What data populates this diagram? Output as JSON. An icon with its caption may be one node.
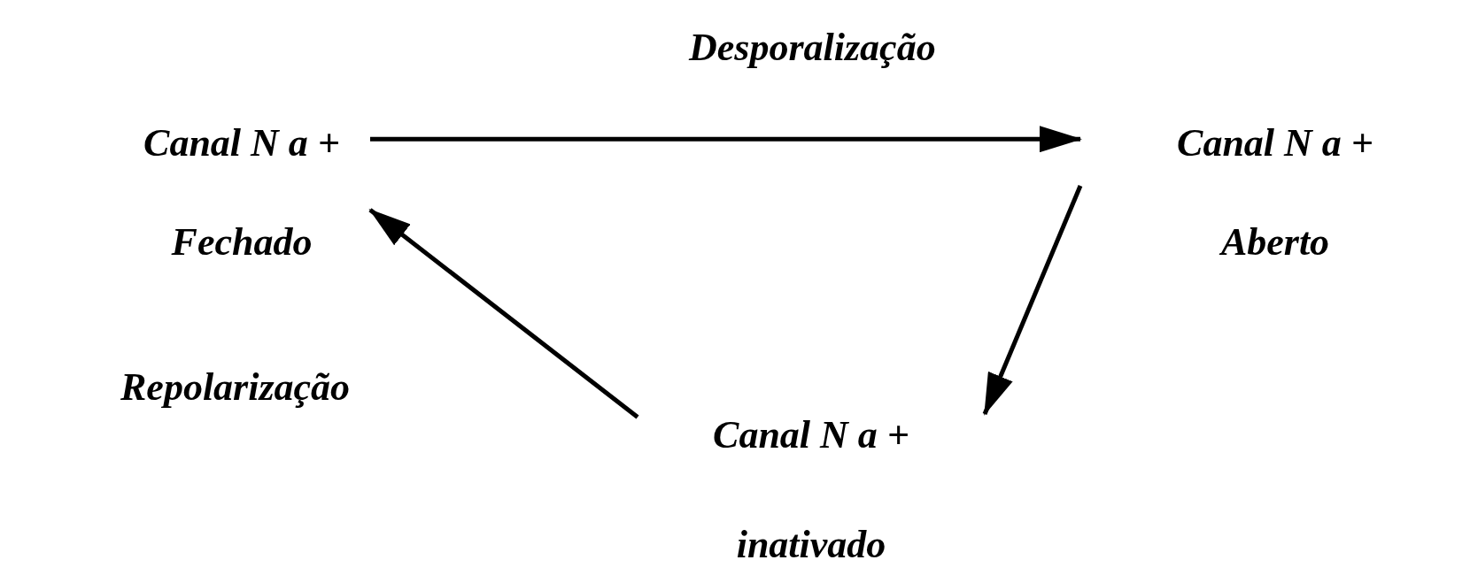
{
  "diagram": {
    "nodes": [
      {
        "text": [
          "Canal N a +",
          "Fechado"
        ]
      },
      {
        "text": [
          "Canal N a +",
          "Aberto"
        ]
      },
      {
        "text": [
          "Canal N a +",
          "inativado"
        ]
      }
    ],
    "edges": [
      {
        "from": 0,
        "to": 1,
        "arrow": "to",
        "label": "Desporalização"
      },
      {
        "from": 1,
        "to": 2,
        "arrow": "to"
      },
      {
        "from": 2,
        "to": 0,
        "arrow": "to",
        "label": "Repolarização"
      }
    ]
  }
}
